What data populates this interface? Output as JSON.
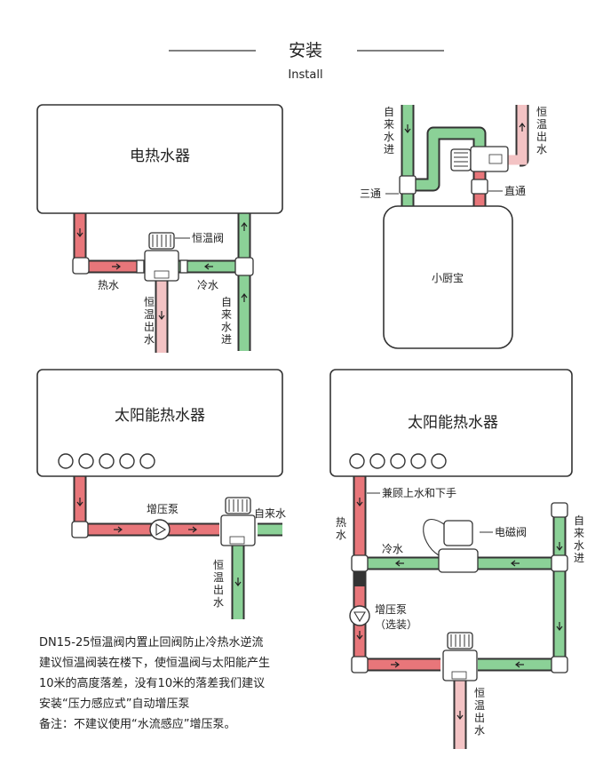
{
  "header": {
    "title": "安装",
    "subtitle": "Install"
  },
  "diagram1": {
    "tank": "电热水器",
    "valve": "恒温阀",
    "hot": "热水",
    "cold": "冷水",
    "mixed_out": "恒温出水",
    "supply_in": "自来水进"
  },
  "diagram2": {
    "supply_in": "自来水进",
    "mixed_out": "恒温出水",
    "tee": "三通",
    "straight": "直通",
    "tank": "小厨宝"
  },
  "diagram3": {
    "tank": "太阳能热水器",
    "pump": "增压泵",
    "supply_in": "自来水",
    "mixed_out": "恒温出水"
  },
  "diagram4": {
    "tank": "太阳能热水器",
    "shared": "兼顾上水和下手",
    "hot": "热水",
    "solenoid": "电磁阀",
    "cold": "冷水",
    "supply_in": "自来水进",
    "pump": "增压泵",
    "pump_note": "（选装）",
    "mixed_out": "恒温出水"
  },
  "notes": [
    "DN15-25恒温阀内置止回阀防止冷热水逆流",
    "建议恒温阀装在楼下，使恒温阀与太阳能产生",
    "10米的高度落差，没有10米的落差我们建议",
    "安装“压力感应式”自动增压泵",
    "备注：不建议使用“水流感应”增压泵。"
  ],
  "colors": {
    "hot": "#e8767a",
    "hot_light": "#f3c3c4",
    "cold": "#7cc98a",
    "outline": "#333333"
  }
}
